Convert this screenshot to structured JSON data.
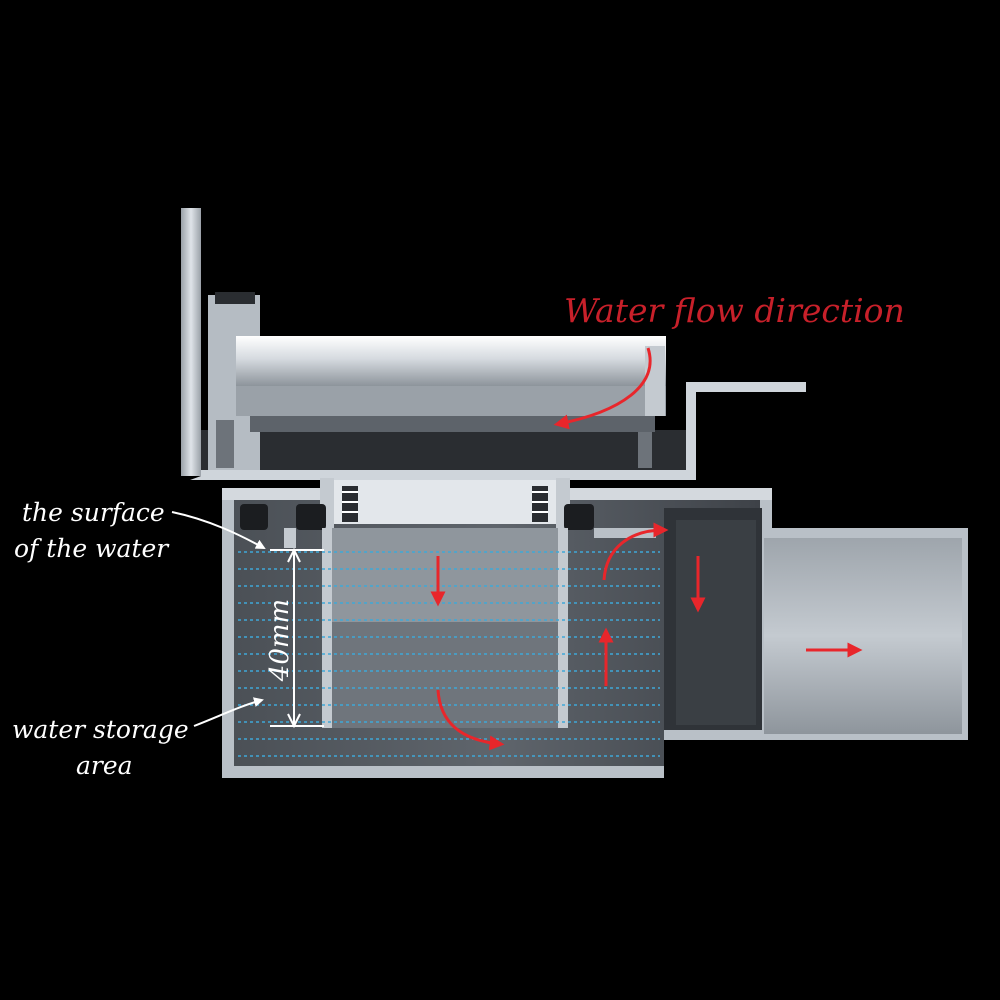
{
  "labels": {
    "flow_title": "Water flow direction",
    "surface_line1": "the surface",
    "surface_line2": "of the water",
    "storage_line1": "water storage",
    "storage_line2": "area",
    "dimension": "40mm"
  },
  "colors": {
    "background": "#000000",
    "arrow": "#e8262b",
    "title": "#c8202a",
    "water_line": "#3fa8d8",
    "metal": "#c9cfd6"
  }
}
